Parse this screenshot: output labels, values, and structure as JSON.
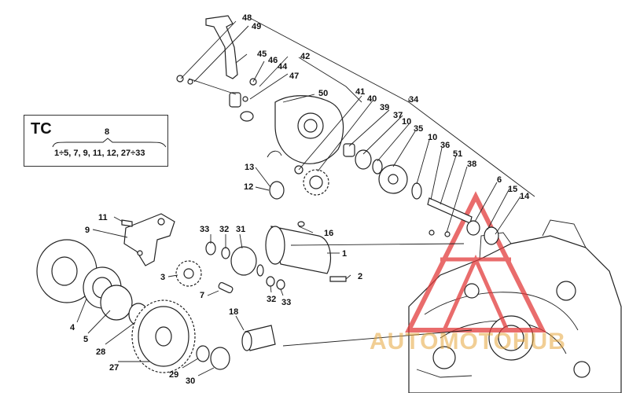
{
  "tc": {
    "title": "TC",
    "number": "8",
    "range": "1÷5, 7, 9, 11, 12, 27÷33"
  },
  "watermark": {
    "text": "AUTOMOTOHUB",
    "logo_color": "#e23b3b",
    "text_color": "#e8a23a"
  },
  "labels": {
    "p48": "48",
    "p49": "49",
    "p45": "45",
    "p46": "46",
    "p42": "42",
    "p44": "44",
    "p47": "47",
    "p50": "50",
    "p41": "41",
    "p40": "40",
    "p34": "34",
    "p39": "39",
    "p37": "37",
    "p10a": "10",
    "p35": "35",
    "p10b": "10",
    "p36": "36",
    "p51": "51",
    "p38": "38",
    "p6": "6",
    "p15": "15",
    "p14": "14",
    "p13": "13",
    "p12": "12",
    "p16": "16",
    "p1": "1",
    "p2": "2",
    "p11": "11",
    "p9": "9",
    "p33a": "33",
    "p32a": "32",
    "p31": "31",
    "p3": "3",
    "p7": "7",
    "p32b": "32",
    "p33b": "33",
    "p4": "4",
    "p5": "5",
    "p28": "28",
    "p27": "27",
    "p18": "18",
    "p29": "29",
    "p30": "30"
  }
}
